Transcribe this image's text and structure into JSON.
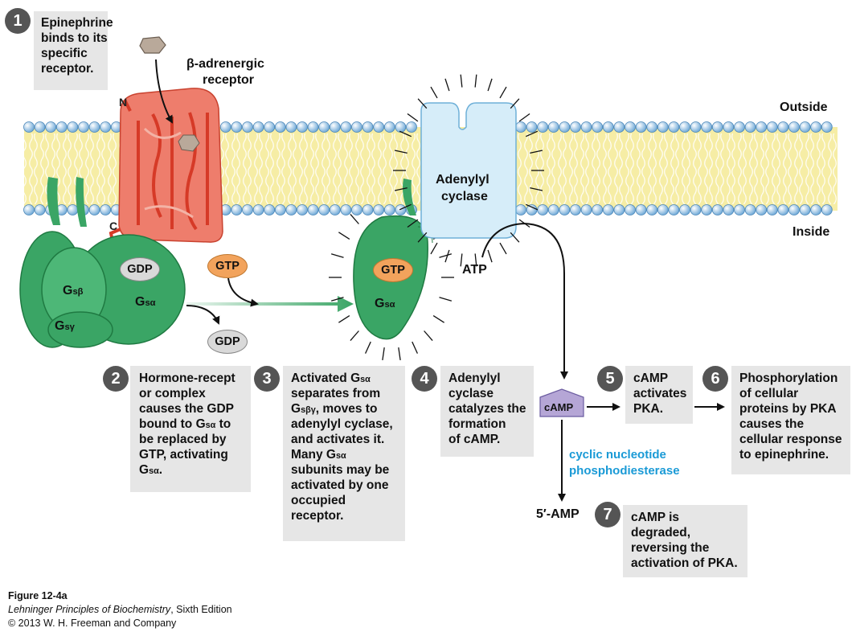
{
  "steps": {
    "s1": {
      "number": "1",
      "lines": [
        "Epinephrine",
        "binds to its",
        "specific",
        "receptor."
      ]
    },
    "s2": {
      "number": "2",
      "l1": "Hormone-recept",
      "l2": "or complex",
      "l3": "causes the GDP",
      "l4_pre": "bound to G",
      "l4_sub": "sα",
      "l4_post": " to",
      "l5": "be replaced by",
      "l6": "GTP, activating",
      "l7_pre": "G",
      "l7_sub": "sα",
      "l7_post": "."
    },
    "s3": {
      "number": "3",
      "l1_pre": "Activated G",
      "l1_sub": "sα",
      "l2": "separates from",
      "l3_pre": "G",
      "l3_sub": "sβγ",
      "l3_post": ", moves to",
      "l4": "adenylyl cyclase,",
      "l5": "and activates it.",
      "l6_pre": "Many G",
      "l6_sub": "sα",
      "l7": "subunits may be",
      "l8": "activated by one",
      "l9": "occupied",
      "l10": "receptor."
    },
    "s4": {
      "number": "4",
      "lines": [
        "Adenylyl",
        "cyclase",
        "catalyzes the",
        "formation",
        "of cAMP."
      ]
    },
    "s5": {
      "number": "5",
      "lines": [
        "cAMP",
        "activates",
        "PKA."
      ]
    },
    "s6": {
      "number": "6",
      "lines": [
        "Phosphorylation",
        "of cellular",
        "proteins by PKA",
        "causes the",
        "cellular response",
        "to epinephrine."
      ]
    },
    "s7": {
      "number": "7",
      "lines": [
        "cAMP is",
        "degraded,",
        "reversing the",
        "activation of PKA."
      ]
    }
  },
  "labels": {
    "receptor_l1": "β-adrenergic",
    "receptor_l2": "receptor",
    "n_term": "N",
    "c_term": "C",
    "outside": "Outside",
    "inside": "Inside",
    "adenylyl_l1": "Adenylyl",
    "adenylyl_l2": "cyclase",
    "atp": "ATP",
    "camp": "cAMP",
    "amp": "5′-AMP",
    "pde_l1": "cyclic nucleotide",
    "pde_l2": "phosphodiesterase",
    "gdp": "GDP",
    "gtp": "GTP",
    "g_pre": "G",
    "g_sb": "sβ",
    "g_sg": "sγ",
    "g_sa": "sα"
  },
  "credit": {
    "figure": "Figure 12-4a",
    "book": "Lehninger Principles of Biochemistry",
    "edition": ", Sixth Edition",
    "copyright": "© 2013 W. H. Freeman and Company"
  },
  "colors": {
    "pde_text": "#1a9ad6",
    "gprotein": "#3aa565",
    "receptor": "#e0503f",
    "cyclase": "#d6edf9",
    "gtp_fill": "#f2a35c",
    "gdp_fill": "#d9d9d9"
  }
}
